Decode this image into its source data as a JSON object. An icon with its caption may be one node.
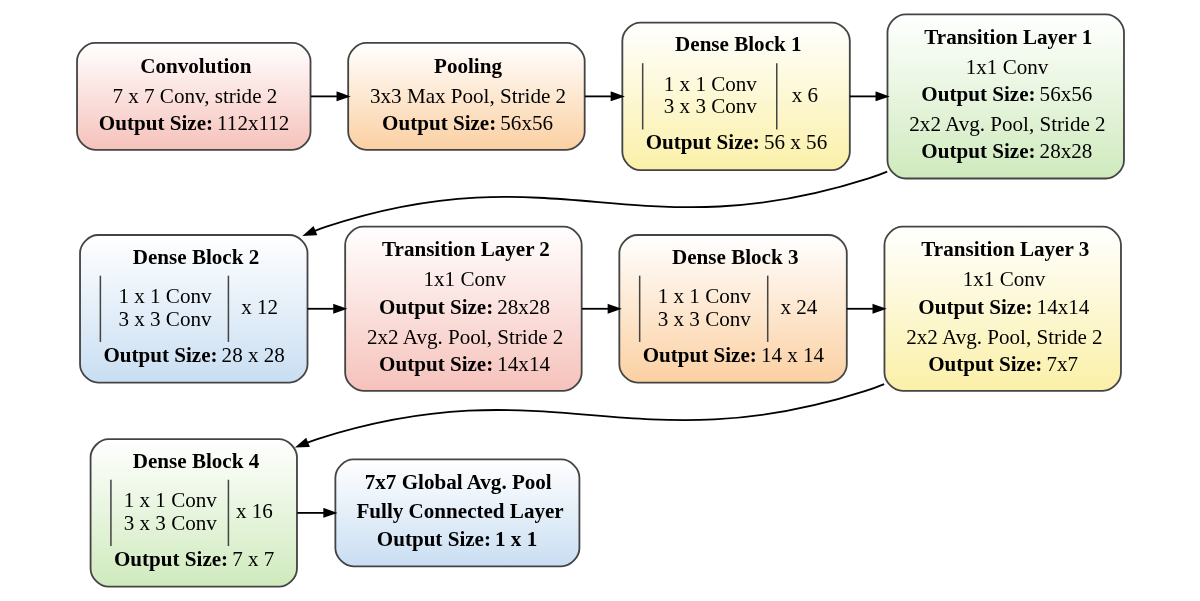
{
  "diagram": {
    "nodes": [
      {
        "text": [
          "Convolution",
          "7 x 7 Conv, stride 2",
          "**Output Size:** 112x112"
        ]
      },
      {
        "text": [
          "Pooling",
          "3x3 Max Pool, Stride 2",
          "**Output Size:** 56x56"
        ]
      },
      {
        "text": [
          "Dense Block 1",
          "1 x 1 Conv 3 x 3 Conv",
          "x 6",
          "**Output Size:** 56 x 56"
        ]
      },
      {
        "text": [
          "Transition Layer 1",
          "1x1 Conv",
          "**Output Size:** 56x56",
          "2x2 Avg. Pool, Stride 2",
          "**Output Size:** 28x28"
        ]
      },
      {
        "text": [
          "Dense Block 2",
          "1 x 1 Conv 3 x 3 Conv",
          "x 12",
          "**Output Size:** 28 x 28"
        ]
      },
      {
        "text": [
          "Transition Layer 2",
          "1x1 Conv",
          "**Output Size:** 28x28",
          "2x2 Avg. Pool, Stride 2",
          "**Output Size:** 14x14"
        ]
      },
      {
        "text": [
          "Dense Block 3",
          "1 x 1 Conv 3 x 3 Conv",
          "x 24",
          "**Output Size:** 14 x 14"
        ]
      },
      {
        "text": [
          "Transition Layer 3",
          "1x1 Conv",
          "**Output Size:** 14x14",
          "2x2 Avg. Pool, Stride 2",
          "**Output Size:** 7x7"
        ]
      },
      {
        "text": [
          "Dense Block 4",
          "1 x 1 Conv 3 x 3 Conv",
          "x 16",
          "**Output Size:** 7 x 7"
        ]
      },
      {
        "text": [
          "7x7 Global Avg. Pool",
          "Fully Connected Layer",
          "**Output Size:** 1 x 1"
        ]
      }
    ],
    "edges": [
      {
        "from": 0,
        "to": 1,
        "arrow": "to"
      },
      {
        "from": 1,
        "to": 2,
        "arrow": "to"
      },
      {
        "from": 2,
        "to": 3,
        "arrow": "to"
      },
      {
        "from": 3,
        "to": 4,
        "arrow": "to"
      },
      {
        "from": 4,
        "to": 5,
        "arrow": "to"
      },
      {
        "from": 5,
        "to": 6,
        "arrow": "to"
      },
      {
        "from": 6,
        "to": 7,
        "arrow": "to"
      },
      {
        "from": 7,
        "to": 8,
        "arrow": "to"
      },
      {
        "from": 8,
        "to": 9,
        "arrow": "to"
      }
    ]
  }
}
